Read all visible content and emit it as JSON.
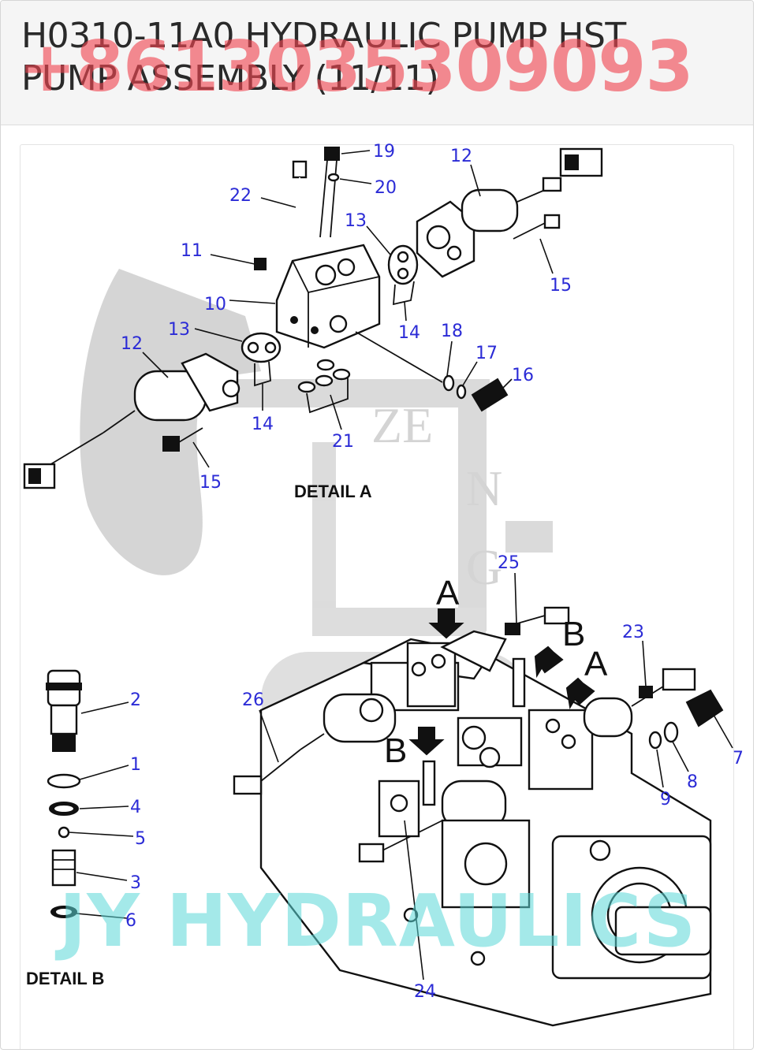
{
  "header": {
    "title": "H0310-11A0 HYDRAULIC PUMP HST PUMP ASSEMBLY (11/11)",
    "phone_watermark": "+8613035309093"
  },
  "diagram": {
    "detail_a_label": "DETAIL A",
    "detail_b_label": "DETAIL B",
    "view_markers": [
      "A",
      "B",
      "A",
      "B"
    ],
    "brand_watermark": "JY HYDRAULICS",
    "background_logo_letters": [
      "ZE",
      "N",
      "G"
    ],
    "callouts": [
      "19",
      "20",
      "22",
      "12",
      "13",
      "11",
      "10",
      "15",
      "14",
      "13",
      "12",
      "18",
      "17",
      "16",
      "14",
      "21",
      "15",
      "25",
      "23",
      "26",
      "2",
      "1",
      "4",
      "5",
      "3",
      "6",
      "7",
      "8",
      "9",
      "24"
    ],
    "colors": {
      "callout": "#2b2bd6",
      "phone_watermark": "#f04650",
      "brand_watermark": "#5ad7d7",
      "logo_grey": "#d0d0d0"
    }
  }
}
